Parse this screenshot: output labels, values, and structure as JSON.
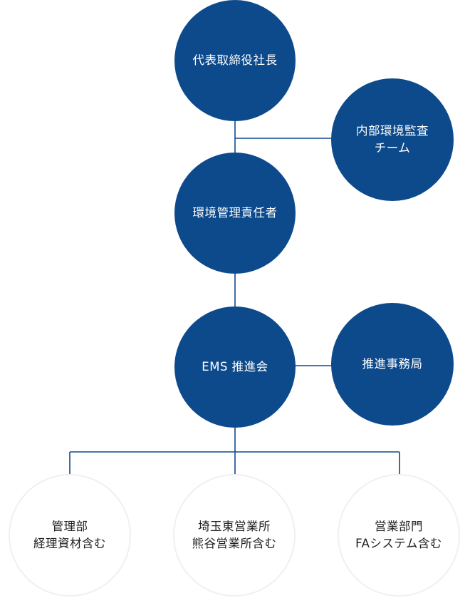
{
  "colors": {
    "accent": "#0d4a8c",
    "outline": "#eef0f3",
    "text_dark": "#222222",
    "text_light": "#ffffff"
  },
  "nodes": {
    "ceo": {
      "lines": [
        "代表取締役社長"
      ]
    },
    "audit": {
      "lines": [
        "内部環境監査",
        "チーム"
      ]
    },
    "env": {
      "lines": [
        "環境管理責任者"
      ]
    },
    "ems": {
      "lines": [
        "EMS 推進会"
      ]
    },
    "office": {
      "lines": [
        "推進事務局"
      ]
    },
    "dept1": {
      "lines": [
        "管理部",
        "経理資材含む"
      ]
    },
    "dept2": {
      "lines": [
        "埼玉東営業所",
        "熊谷営業所含む"
      ]
    },
    "dept3": {
      "lines": [
        "営業部門",
        "FAシステム含む"
      ]
    }
  }
}
